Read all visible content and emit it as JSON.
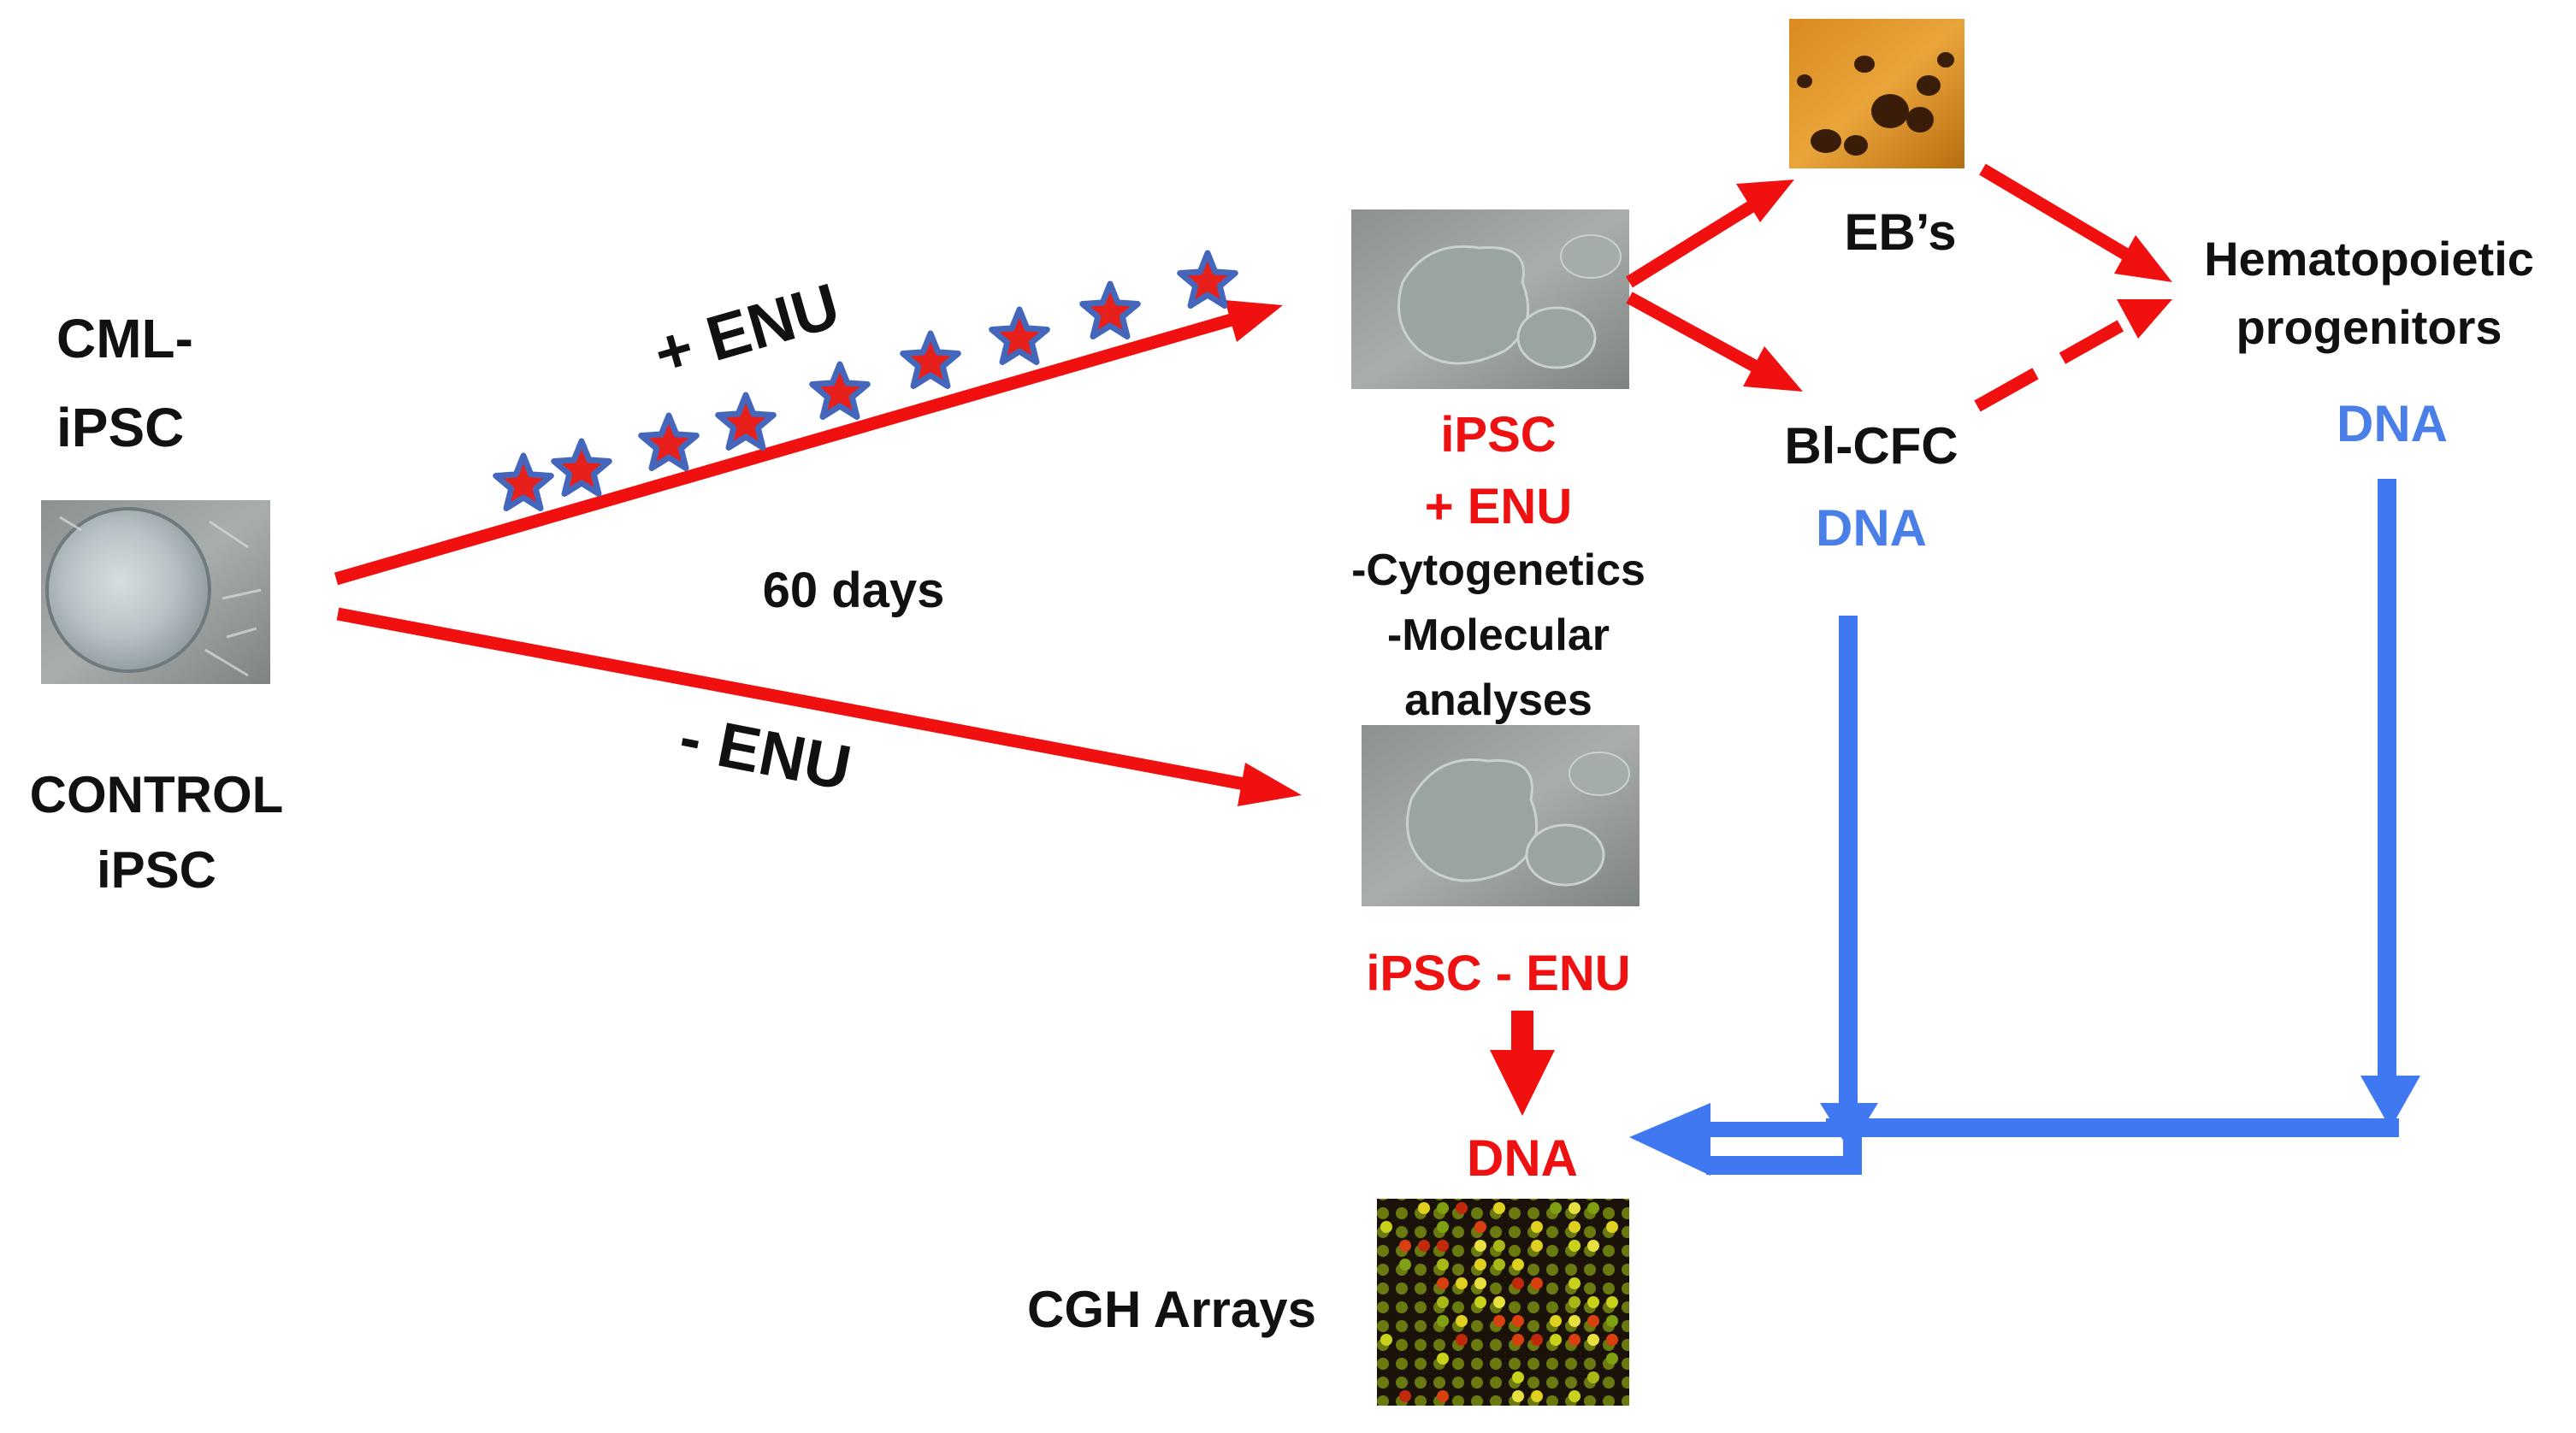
{
  "colors": {
    "red_arrow": "#f01010",
    "blue_arrow": "#3f78f0",
    "red_text": "#ee1111",
    "blue_text": "#4a7fe8",
    "star_fill": "#e8201c",
    "star_outline": "#4466bb"
  },
  "left": {
    "cml_line1": "CML-",
    "cml_line2": "iPSC",
    "control_line1": "CONTROL",
    "control_line2": "iPSC",
    "colony_image": "ipsc-colony-micrograph"
  },
  "arrows": {
    "plus_enu": "+ ENU",
    "minus_enu": "- ENU",
    "duration": "60 days"
  },
  "treated": {
    "title_line1": "iPSC",
    "title_line2": "+ ENU",
    "analysis_line1": "-Cytogenetics",
    "analysis_line2": "-Molecular",
    "analysis_line3": "analyses",
    "image": "ipsc-enu-micrograph"
  },
  "untreated": {
    "title": "iPSC - ENU",
    "image": "ipsc-control-micrograph"
  },
  "differentiation": {
    "eb": "EB’s",
    "eb_image": "embryoid-bodies-micrograph",
    "blcfc": "Bl-CFC",
    "blcfc_dna": "DNA",
    "hemato_line1": "Hematopoietic",
    "hemato_line2": "progenitors",
    "hemato_dna": "DNA"
  },
  "output": {
    "dna": "DNA",
    "cgh": "CGH Arrays",
    "array_image": "cgh-microarray"
  }
}
